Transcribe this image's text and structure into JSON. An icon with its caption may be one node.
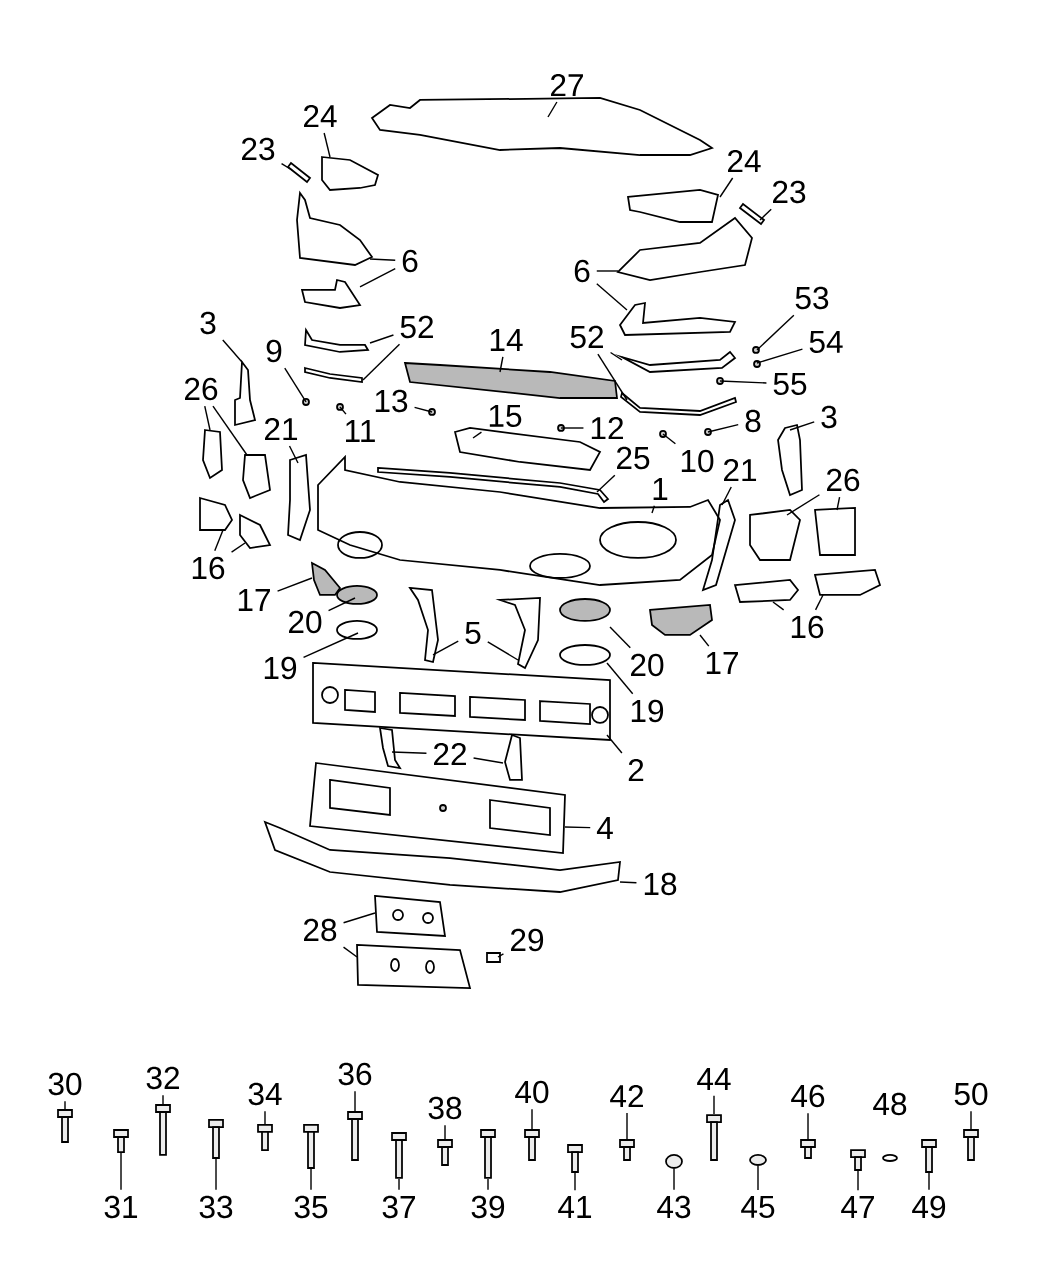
{
  "diagram": {
    "nodes": [
      {
        "text": [
          "27"
        ]
      },
      {
        "text": [
          "24"
        ]
      },
      {
        "text": [
          "23"
        ]
      },
      {
        "text": [
          "24"
        ]
      },
      {
        "text": [
          "23"
        ]
      },
      {
        "text": [
          "6"
        ]
      },
      {
        "text": [
          "6"
        ]
      },
      {
        "text": [
          "53"
        ]
      },
      {
        "text": [
          "3"
        ]
      },
      {
        "text": [
          "52"
        ]
      },
      {
        "text": [
          "52"
        ]
      },
      {
        "text": [
          "14"
        ]
      },
      {
        "text": [
          "54"
        ]
      },
      {
        "text": [
          "9"
        ]
      },
      {
        "text": [
          "55"
        ]
      },
      {
        "text": [
          "26"
        ]
      },
      {
        "text": [
          "13"
        ]
      },
      {
        "text": [
          "3"
        ]
      },
      {
        "text": [
          "15"
        ]
      },
      {
        "text": [
          "12"
        ]
      },
      {
        "text": [
          "8"
        ]
      },
      {
        "text": [
          "21"
        ]
      },
      {
        "text": [
          "11"
        ]
      },
      {
        "text": [
          "10"
        ]
      },
      {
        "text": [
          "25"
        ]
      },
      {
        "text": [
          "21"
        ]
      },
      {
        "text": [
          "26"
        ]
      },
      {
        "text": [
          "1"
        ]
      },
      {
        "text": [
          "16"
        ]
      },
      {
        "text": [
          "17"
        ]
      },
      {
        "text": [
          "20"
        ]
      },
      {
        "text": [
          "5"
        ]
      },
      {
        "text": [
          "16"
        ]
      },
      {
        "text": [
          "19"
        ]
      },
      {
        "text": [
          "20"
        ]
      },
      {
        "text": [
          "17"
        ]
      },
      {
        "text": [
          "19"
        ]
      },
      {
        "text": [
          "22"
        ]
      },
      {
        "text": [
          "2"
        ]
      },
      {
        "text": [
          "4"
        ]
      },
      {
        "text": [
          "18"
        ]
      },
      {
        "text": [
          "28"
        ]
      },
      {
        "text": [
          "29"
        ]
      },
      {
        "text": [
          "30"
        ]
      },
      {
        "text": [
          "31"
        ]
      },
      {
        "text": [
          "32"
        ]
      },
      {
        "text": [
          "33"
        ]
      },
      {
        "text": [
          "34"
        ]
      },
      {
        "text": [
          "35"
        ]
      },
      {
        "text": [
          "36"
        ]
      },
      {
        "text": [
          "37"
        ]
      },
      {
        "text": [
          "38"
        ]
      },
      {
        "text": [
          "39"
        ]
      },
      {
        "text": [
          "40"
        ]
      },
      {
        "text": [
          "41"
        ]
      },
      {
        "text": [
          "42"
        ]
      },
      {
        "text": [
          "43"
        ]
      },
      {
        "text": [
          "44"
        ]
      },
      {
        "text": [
          "45"
        ]
      },
      {
        "text": [
          "46"
        ]
      },
      {
        "text": [
          "47"
        ]
      },
      {
        "text": [
          "49"
        ]
      },
      {
        "text": [
          "50"
        ]
      },
      {
        "text": [],
        "shape": "picture"
      },
      {
        "text": [],
        "shape": "picture"
      },
      {
        "text": [],
        "shape": "picture"
      },
      {
        "text": [],
        "shape": "picture"
      },
      {
        "text": [],
        "shape": "picture"
      },
      {
        "text": [],
        "shape": "picture"
      },
      {
        "text": [],
        "shape": "picture"
      },
      {
        "text": [],
        "shape": "picture"
      },
      {
        "text": [],
        "shape": "picture"
      },
      {
        "text": [],
        "shape": "circle"
      },
      {
        "text": [],
        "shape": "picture"
      },
      {
        "text": [],
        "shape": "picture"
      },
      {
        "text": [],
        "shape": "picture"
      },
      {
        "text": [],
        "shape": "picture"
      },
      {
        "text": [],
        "shape": "picture"
      },
      {
        "text": [],
        "shape": "picture"
      },
      {
        "text": [],
        "shape": "circle"
      },
      {
        "text": [],
        "shape": "circle"
      },
      {
        "text": [],
        "shape": "circle"
      },
      {
        "text": [],
        "shape": "picture"
      },
      {
        "text": [],
        "shape": "picture"
      },
      {
        "text": [],
        "shape": "circle"
      },
      {
        "text": [],
        "shape": "picture"
      },
      {
        "text": [],
        "shape": "picture"
      },
      {
        "text": [],
        "shape": "circle"
      },
      {
        "text": [],
        "shape": "circle"
      },
      {
        "text": [],
        "shape": "picture"
      },
      {
        "text": [],
        "shape": "circle"
      },
      {
        "text": [],
        "shape": "circle"
      },
      {
        "text": [],
        "shape": "picture"
      },
      {
        "text": [],
        "shape": "picture"
      },
      {
        "text": [],
        "shape": "picture"
      },
      {
        "text": [],
        "shape": "picture"
      },
      {
        "text": [],
        "shape": "picture"
      },
      {
        "text": [],
        "shape": "picture"
      },
      {
        "text": [],
        "shape": "picture"
      },
      {
        "text": [],
        "shape": "picture"
      },
      {
        "text": [],
        "shape": "circle"
      },
      {
        "text": [],
        "shape": "picture"
      },
      {
        "text": [],
        "shape": "picture"
      },
      {
        "text": [],
        "shape": "picture"
      },
      {
        "text": [],
        "shape": "picture"
      },
      {
        "text": [],
        "shape": "circle"
      },
      {
        "text": [],
        "shape": "circle"
      },
      {
        "text": [],
        "shape": "picture"
      },
      {
        "text": [],
        "shape": "circle"
      },
      {
        "text": [],
        "shape": "picture"
      },
      {
        "text": [],
        "shape": "picture"
      },
      {
        "text": [],
        "shape": "picture"
      },
      {
        "text": [],
        "shape": "picture"
      },
      {
        "text": [],
        "shape": "picture"
      },
      {
        "text": [],
        "shape": "picture"
      },
      {
        "text": [],
        "shape": "picture"
      },
      {
        "text": [],
        "shape": "box"
      },
      {
        "text": [],
        "shape": "picture"
      },
      {
        "text": [],
        "shape": "picture"
      },
      {
        "text": [],
        "shape": "picture"
      },
      {
        "text": [],
        "shape": "picture"
      },
      {
        "text": [],
        "shape": "picture"
      },
      {
        "text": [],
        "shape": "picture"
      },
      {
        "text": [],
        "shape": "picture"
      },
      {
        "text": [],
        "shape": "picture"
      },
      {
        "text": [],
        "shape": "picture"
      },
      {
        "text": [],
        "shape": "picture"
      },
      {
        "text": [],
        "shape": "picture"
      },
      {
        "text": [],
        "shape": "picture"
      },
      {
        "text": [],
        "shape": "picture"
      },
      {
        "text": [],
        "shape": "circle"
      },
      {
        "text": [],
        "shape": "picture"
      },
      {
        "text": [],
        "shape": "circle"
      },
      {
        "text": [],
        "shape": "picture"
      },
      {
        "text": [],
        "shape": "picture"
      },
      {
        "text": [],
        "shape": "picture"
      },
      {
        "text": [],
        "shape": "picture"
      }
    ],
    "edges": [
      {
        "from": 0,
        "to": 63,
        "arrow": "none"
      },
      {
        "from": 1,
        "to": 64,
        "arrow": "none"
      },
      {
        "from": 2,
        "to": 65,
        "arrow": "none"
      },
      {
        "from": 3,
        "to": 66,
        "arrow": "none"
      },
      {
        "from": 4,
        "to": 67,
        "arrow": "none"
      },
      {
        "from": 5,
        "to": 68,
        "arrow": "none"
      },
      {
        "from": 5,
        "to": 69,
        "arrow": "none"
      },
      {
        "from": 6,
        "to": 70,
        "arrow": "none"
      },
      {
        "from": 6,
        "to": 71,
        "arrow": "none"
      },
      {
        "from": 7,
        "to": 72,
        "arrow": "none"
      },
      {
        "from": 8,
        "to": 73,
        "arrow": "none"
      },
      {
        "from": 9,
        "to": 74,
        "arrow": "none"
      },
      {
        "from": 9,
        "to": 75,
        "arrow": "none"
      },
      {
        "from": 10,
        "to": 76,
        "arrow": "none"
      },
      {
        "from": 10,
        "to": 77,
        "arrow": "none"
      },
      {
        "from": 11,
        "to": 78,
        "arrow": "none"
      },
      {
        "from": 12,
        "to": 79,
        "arrow": "none"
      },
      {
        "from": 13,
        "to": 80,
        "arrow": "none"
      },
      {
        "from": 14,
        "to": 81,
        "arrow": "none"
      },
      {
        "from": 15,
        "to": 82,
        "arrow": "none"
      },
      {
        "from": 15,
        "to": 83,
        "arrow": "none"
      },
      {
        "from": 16,
        "to": 84,
        "arrow": "none"
      },
      {
        "from": 17,
        "to": 85,
        "arrow": "none"
      },
      {
        "from": 18,
        "to": 86,
        "arrow": "none"
      },
      {
        "from": 19,
        "to": 87,
        "arrow": "none"
      },
      {
        "from": 20,
        "to": 88,
        "arrow": "none"
      },
      {
        "from": 21,
        "to": 89,
        "arrow": "none"
      },
      {
        "from": 22,
        "to": 90,
        "arrow": "none"
      },
      {
        "from": 23,
        "to": 91,
        "arrow": "none"
      },
      {
        "from": 24,
        "to": 92,
        "arrow": "none"
      },
      {
        "from": 25,
        "to": 93,
        "arrow": "none"
      },
      {
        "from": 26,
        "to": 94,
        "arrow": "none"
      },
      {
        "from": 26,
        "to": 95,
        "arrow": "none"
      },
      {
        "from": 27,
        "to": 96,
        "arrow": "none"
      },
      {
        "from": 28,
        "to": 97,
        "arrow": "none"
      },
      {
        "from": 28,
        "to": 98,
        "arrow": "none"
      },
      {
        "from": 29,
        "to": 99,
        "arrow": "none"
      },
      {
        "from": 30,
        "to": 100,
        "arrow": "none"
      },
      {
        "from": 31,
        "to": 101,
        "arrow": "none"
      },
      {
        "from": 31,
        "to": 102,
        "arrow": "none"
      },
      {
        "from": 32,
        "to": 103,
        "arrow": "none"
      },
      {
        "from": 32,
        "to": 104,
        "arrow": "none"
      },
      {
        "from": 33,
        "to": 105,
        "arrow": "none"
      },
      {
        "from": 34,
        "to": 106,
        "arrow": "none"
      },
      {
        "from": 35,
        "to": 107,
        "arrow": "none"
      },
      {
        "from": 36,
        "to": 108,
        "arrow": "none"
      },
      {
        "from": 37,
        "to": 109,
        "arrow": "none"
      },
      {
        "from": 37,
        "to": 110,
        "arrow": "none"
      },
      {
        "from": 38,
        "to": 111,
        "arrow": "none"
      },
      {
        "from": 39,
        "to": 112,
        "arrow": "none"
      },
      {
        "from": 40,
        "to": 113,
        "arrow": "none"
      },
      {
        "from": 41,
        "to": 114,
        "arrow": "none"
      },
      {
        "from": 41,
        "to": 115,
        "arrow": "none"
      },
      {
        "from": 42,
        "to": 116,
        "arrow": "none"
      },
      {
        "from": 43,
        "to": 117,
        "arrow": "none"
      },
      {
        "from": 44,
        "to": 118,
        "arrow": "none"
      },
      {
        "from": 45,
        "to": 119,
        "arrow": "none"
      },
      {
        "from": 46,
        "to": 120,
        "arrow": "none"
      },
      {
        "from": 47,
        "to": 121,
        "arrow": "none"
      },
      {
        "from": 48,
        "to": 122,
        "arrow": "none"
      },
      {
        "from": 49,
        "to": 123,
        "arrow": "none"
      },
      {
        "from": 50,
        "to": 124,
        "arrow": "none"
      },
      {
        "from": 51,
        "to": 125,
        "arrow": "none"
      },
      {
        "from": 52,
        "to": 126,
        "arrow": "none"
      },
      {
        "from": 53,
        "to": 127,
        "arrow": "none"
      },
      {
        "from": 54,
        "to": 128,
        "arrow": "none"
      },
      {
        "from": 55,
        "to": 129,
        "arrow": "none"
      },
      {
        "from": 56,
        "to": 130,
        "arrow": "none"
      },
      {
        "from": 57,
        "to": 131,
        "arrow": "none"
      },
      {
        "from": 58,
        "to": 132,
        "arrow": "none"
      },
      {
        "from": 59,
        "to": 133,
        "arrow": "none"
      },
      {
        "from": 60,
        "to": 134,
        "arrow": "none"
      },
      {
        "from": 61,
        "to": 135,
        "arrow": "none"
      },
      {
        "from": 62,
        "to": 136,
        "arrow": "none"
      }
    ],
    "labels": [
      "48"
    ]
  }
}
